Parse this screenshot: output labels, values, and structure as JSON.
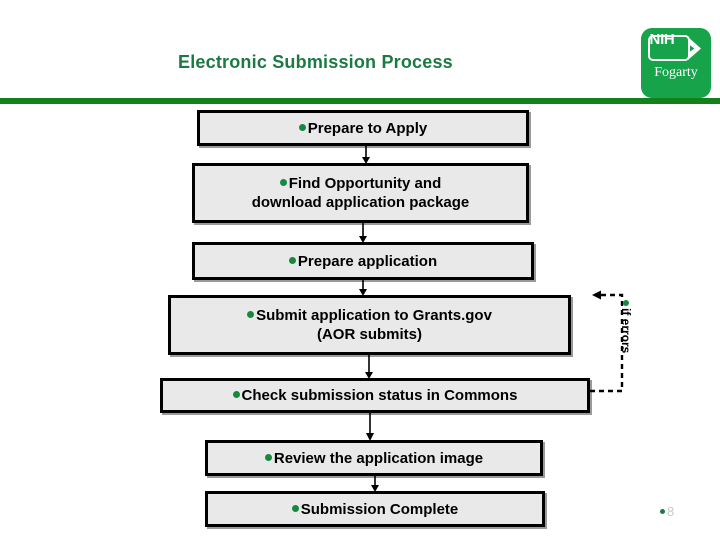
{
  "slide": {
    "title": "Electronic Submission Process",
    "page_number": "8",
    "accent_green": "#13801B",
    "title_green": "#1B7A44",
    "bullet_green": "#158A3F",
    "box_fill": "#E9E9E9",
    "box_border": "#000000"
  },
  "logo": {
    "name": "NIH Fogarty",
    "nih_text": "NIH",
    "sub_text": "Fogarty",
    "background": "#16A34A"
  },
  "flow": {
    "type": "flowchart",
    "steps": [
      {
        "id": "prepare-apply",
        "label": "Prepare to Apply"
      },
      {
        "id": "find-opportunity",
        "label": "Find Opportunity and\ndownload application package",
        "line1": "Find Opportunity and",
        "line2": "download application package"
      },
      {
        "id": "prepare-application",
        "label": "Prepare application"
      },
      {
        "id": "submit-application",
        "label": "Submit application to Grants.gov\n(AOR submits)",
        "line1": "Submit application to Grants.gov",
        "line2": "(AOR submits)"
      },
      {
        "id": "check-status",
        "label": "Check submission status in Commons"
      },
      {
        "id": "review-image",
        "label": "Review the application image"
      },
      {
        "id": "submission-complete",
        "label": "Submission Complete"
      }
    ],
    "feedback": {
      "label": "if errors",
      "from": "check-status",
      "to": "submit-application",
      "style": "dashed"
    }
  }
}
